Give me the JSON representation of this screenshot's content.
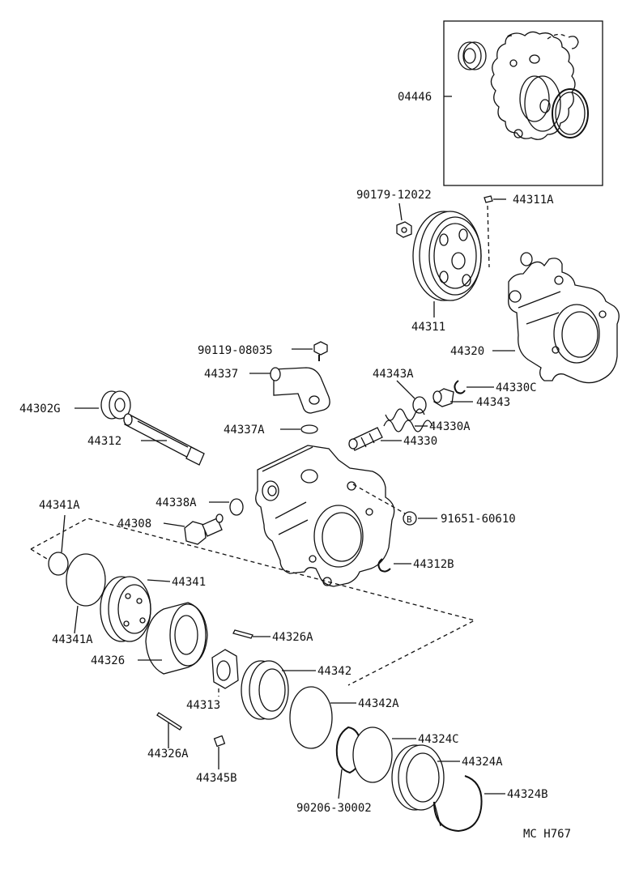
{
  "diagram": {
    "kit_box_label": "04446",
    "code": "MC  H767",
    "part_labels": {
      "p90179_12022": "90179-12022",
      "p44311A": "44311A",
      "p44311": "44311",
      "p44320": "44320",
      "p90119_08035": "90119-08035",
      "p44337": "44337",
      "p44343A": "44343A",
      "p44330C": "44330C",
      "p44343": "44343",
      "p44302G": "44302G",
      "p44337A": "44337A",
      "p44330A": "44330A",
      "p44312": "44312",
      "p44330": "44330",
      "p44341A_top": "44341A",
      "p44338A": "44338A",
      "p44308": "44308",
      "p91651_60610": "91651-60610",
      "bolt_marker": "B",
      "p44312B": "44312B",
      "p44341": "44341",
      "p44341A_bottom": "44341A",
      "p44326A_top": "44326A",
      "p44326": "44326",
      "p44342": "44342",
      "p44313": "44313",
      "p44342A": "44342A",
      "p44324C": "44324C",
      "p44326A_bottom": "44326A",
      "p44324A": "44324A",
      "p44345B": "44345B",
      "p90206_30002": "90206-30002",
      "p44324B": "44324B"
    }
  }
}
